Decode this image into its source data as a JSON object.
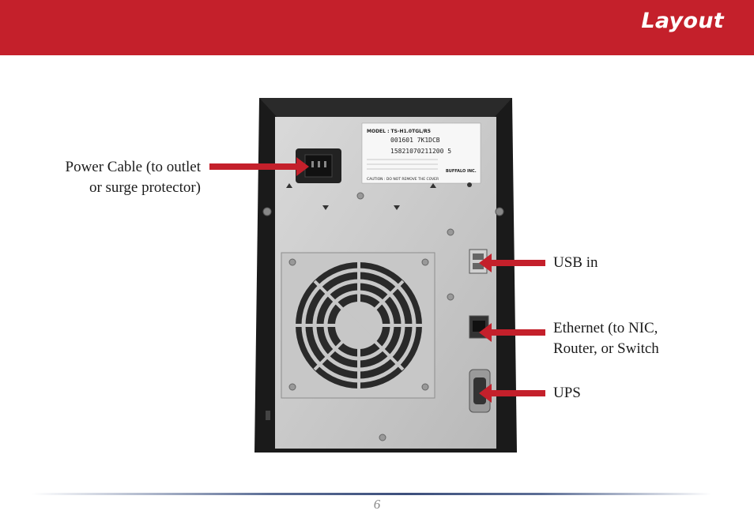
{
  "header": {
    "title": "Layout"
  },
  "device": {
    "label_model": "MODEL : TS-H1.0TGL/R5",
    "label_mac": "001601 7K1DCB",
    "label_serial": "15821070211200 5",
    "label_brand": "BUFFALO INC.",
    "label_caution": "CAUTION : DO NOT REMOVE THE COVER"
  },
  "callouts": {
    "power_line1": "Power Cable (to outlet",
    "power_line2": "or surge protector)",
    "usb": "USB in",
    "ethernet_line1": "Ethernet (to NIC,",
    "ethernet_line2": "Router, or Switch",
    "ups": "UPS"
  },
  "footer": {
    "page_number": "6"
  },
  "colors": {
    "accent": "#c4202b",
    "footer_rule": "#3d4f7c"
  }
}
